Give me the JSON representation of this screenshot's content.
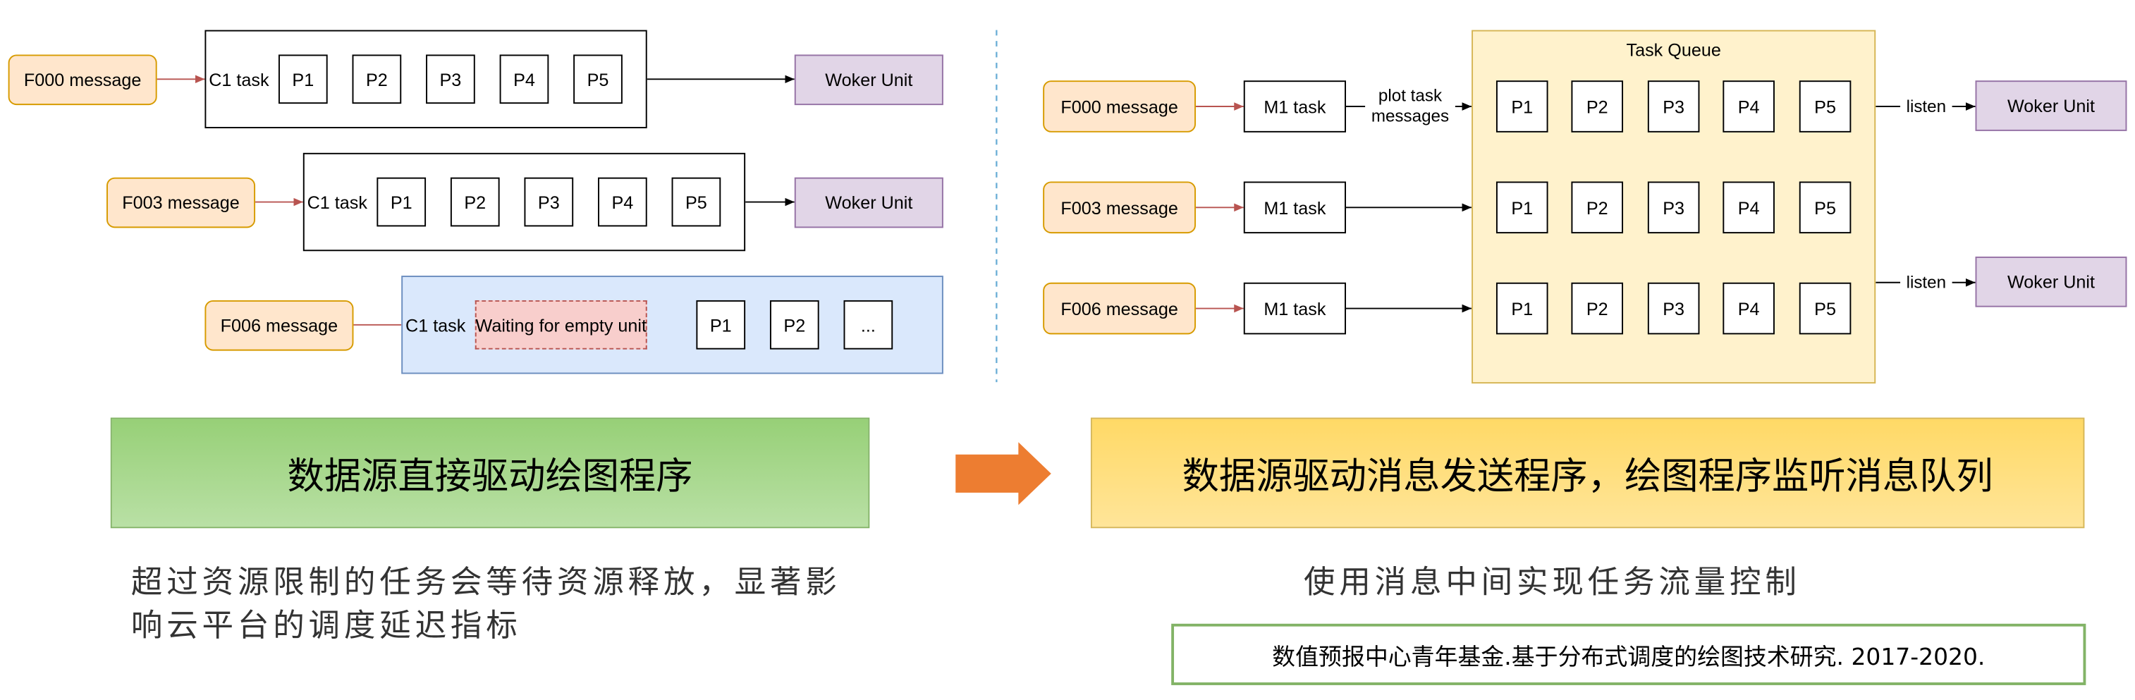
{
  "left": {
    "rows": [
      {
        "message": "F000 message",
        "task": "C1 task",
        "steps": [
          "P1",
          "P2",
          "P3",
          "P4",
          "P5"
        ],
        "worker": "Woker Unit"
      },
      {
        "message": "F003 message",
        "task": "C1 task",
        "steps": [
          "P1",
          "P2",
          "P3",
          "P4",
          "P5"
        ],
        "worker": "Woker Unit"
      },
      {
        "message": "F006 message",
        "task": "C1 task",
        "waiting": "Waiting for empty unit",
        "steps": [
          "P1",
          "P2",
          "..."
        ]
      }
    ],
    "banner": "数据源直接驱动绘图程序",
    "caption_line1": "超过资源限制的任务会等待资源释放，显著影",
    "caption_line2": "响云平台的调度延迟指标"
  },
  "right": {
    "queue_title": "Task Queue",
    "plot_label_line1": "plot task",
    "plot_label_line2": "messages",
    "listen_label": "listen",
    "rows": [
      {
        "message": "F000 message",
        "task": "M1 task",
        "steps": [
          "P1",
          "P2",
          "P3",
          "P4",
          "P5"
        ]
      },
      {
        "message": "F003 message",
        "task": "M1 task",
        "steps": [
          "P1",
          "P2",
          "P3",
          "P4",
          "P5"
        ]
      },
      {
        "message": "F006 message",
        "task": "M1 task",
        "steps": [
          "P1",
          "P2",
          "P3",
          "P4",
          "P5"
        ]
      }
    ],
    "workers": [
      "Woker Unit",
      "Woker Unit"
    ],
    "banner": "数据源驱动消息发送程序，绘图程序监听消息队列",
    "caption": "使用消息中间实现任务流量控制",
    "citation": "数值预报中心青年基金.基于分布式调度的绘图技术研究. 2017-2020."
  },
  "colors": {
    "message_fill": "#ffe6cc",
    "message_stroke": "#d79b00",
    "worker_fill": "#e1d5e7",
    "worker_stroke": "#9673a6",
    "queue_fill": "#fff2cc",
    "blocked_fill": "#dae8fc",
    "waiting_fill": "#f8cecc",
    "arrow": "#ed7d31",
    "left_banner": "#97d077",
    "right_banner": "#ffd966",
    "divider": "#6baed6"
  }
}
